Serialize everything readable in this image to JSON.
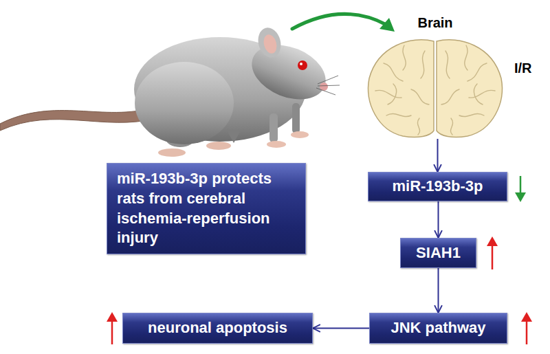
{
  "diagram": {
    "nodes": [
      {
        "text": [
          "Brain"
        ]
      },
      {
        "text": [
          "miR-193b-3p protects rats from cerebral ischemia-reperfusion injury"
        ]
      },
      {
        "text": [
          "miR-193b-3p"
        ]
      },
      {
        "text": [
          "SIAH1"
        ]
      },
      {
        "text": [
          "JNK pathway"
        ]
      },
      {
        "text": [
          "neuronal apoptosis"
        ]
      }
    ],
    "edges": [
      {
        "from": 0,
        "to": 2,
        "arrow": "to"
      },
      {
        "from": 2,
        "to": 3,
        "arrow": "to"
      },
      {
        "from": 3,
        "to": 4,
        "arrow": "to"
      },
      {
        "from": 4,
        "to": 5,
        "arrow": "to"
      }
    ],
    "labels": [
      "I/R"
    ]
  }
}
